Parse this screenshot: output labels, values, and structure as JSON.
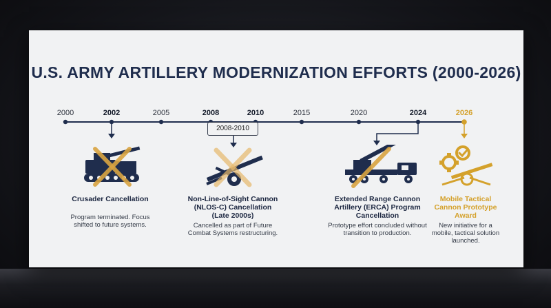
{
  "title": "U.S. ARMY ARTILLERY MODERNIZATION EFFORTS (2000-2026)",
  "timeline": {
    "years": [
      {
        "label": "2000",
        "style": "normal"
      },
      {
        "label": "2002",
        "style": "bold"
      },
      {
        "label": "2005",
        "style": "normal"
      },
      {
        "label": "2008",
        "style": "bold"
      },
      {
        "label": "2010",
        "style": "bold"
      },
      {
        "label": "2015",
        "style": "normal"
      },
      {
        "label": "2020",
        "style": "normal"
      },
      {
        "label": "2024",
        "style": "bold"
      },
      {
        "label": "2026",
        "style": "gold"
      }
    ],
    "range_label": "2008-2010"
  },
  "events": [
    {
      "title": "Crusader Cancellation",
      "desc": "Program terminated. Focus shifted to future systems.",
      "icon": "self-propelled-howitzer-icon",
      "status": "cancelled"
    },
    {
      "title": "Non-Line-of-Sight Cannon (NLOS-C) Cancellation (Late 2000s)",
      "desc": "Cancelled as part of Future Combat Systems restructuring.",
      "icon": "towed-cannon-icon",
      "status": "cancelled"
    },
    {
      "title": "Extended Range Cannon Artillery (ERCA) Program Cancellation",
      "desc": "Prototype effort concluded without transition to production.",
      "icon": "truck-artillery-icon",
      "status": "cancelled"
    },
    {
      "title": "Mobile Tactical Cannon Prototype Award",
      "desc": "New initiative for a mobile, tactical solution launched.",
      "icon": "gear-cannon-check-icon",
      "status": "awarded"
    }
  ],
  "colors": {
    "navy": "#1f2d4d",
    "gold": "#d4a12b",
    "cross": "#d9a441"
  }
}
